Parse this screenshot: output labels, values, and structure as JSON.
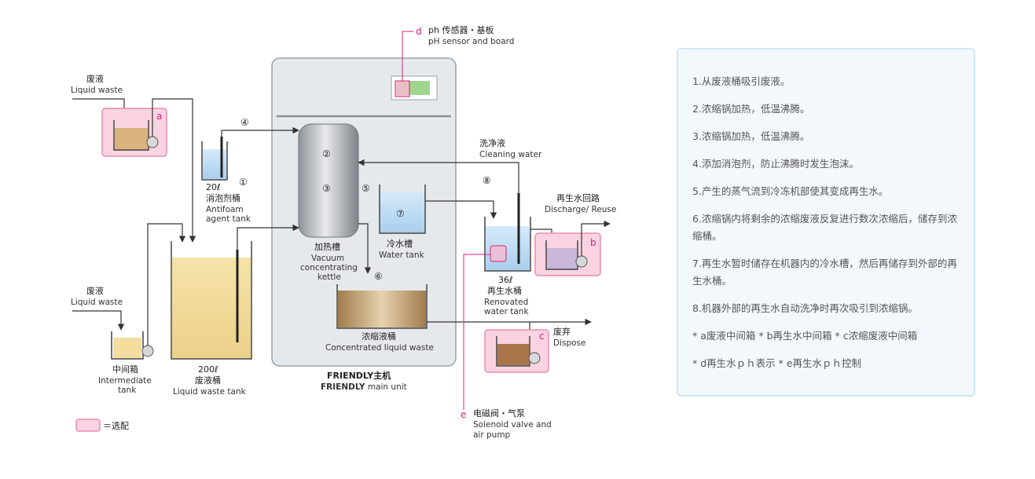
{
  "labels": {
    "ph_sensor_cn": "ph 传感器・基板",
    "ph_sensor_en": "pH sensor and board",
    "liquid_waste_top_cn": "废液",
    "liquid_waste_top_en": "Liquid waste",
    "antifoam_vol": "20ℓ",
    "antifoam_cn": "消泡剂桶",
    "antifoam_en1": "Antifoam",
    "antifoam_en2": "agent tank",
    "kettle_cn": "加热槽",
    "kettle_en1": "Vacuum",
    "kettle_en2": "concentrating",
    "kettle_en3": "kettle",
    "water_tank_cn": "冷水槽",
    "water_tank_en": "Water tank",
    "concentrated_cn": "浓缩液桶",
    "concentrated_en": "Concentrated liquid waste",
    "cleaning_cn": "洗净液",
    "cleaning_en": "Cleaning water",
    "discharge_cn": "再生水回路",
    "discharge_en": "Discharge/ Reuse",
    "renovated_vol": "36ℓ",
    "renovated_cn": "再生水桶",
    "renovated_en1": "Renovated",
    "renovated_en2": "water tank",
    "dispose_cn": "废弃",
    "dispose_en": "Dispose",
    "liquid_waste_mid_cn": "废液",
    "liquid_waste_mid_en": "Liquid waste",
    "intermediate_cn": "中间箱",
    "intermediate_en1": "Intermediate",
    "intermediate_en2": "tank",
    "waste_tank_vol": "200ℓ",
    "waste_tank_cn": "废液桶",
    "waste_tank_en": "Liquid waste tank",
    "main_unit_cn": "FRIENDLY主机",
    "main_unit_en_bold": "FRIENDLY",
    "main_unit_en": " main unit",
    "solenoid_cn": "电磁阀・气泵",
    "solenoid_en1": "Solenoid valve and",
    "solenoid_en2": "air pump",
    "legend_text": "＝选配"
  },
  "letters": {
    "a": "a",
    "b": "b",
    "c": "c",
    "d": "d",
    "e": "e"
  },
  "steps": [
    "①",
    "②",
    "③",
    "④",
    "⑤",
    "⑥",
    "⑦",
    "⑧"
  ],
  "description": [
    "1.从废液桶吸引废液。",
    "2.浓缩锅加热，低温沸腾。",
    "3.浓缩锅加热，低温沸腾。",
    "4.添加消泡剂，防止沸腾时发生泡沫。",
    "5.产生的蒸气流到冷冻机部使其变成再生水。",
    "6.浓缩锅内将剩余的浓缩废液反复进行数次浓缩后，储存到浓缩桶。",
    "7.再生水暂时储存在机器内的冷水槽，然后再储存到外部的再生水桶。",
    "8.机器外部的再生水自动洗净时再次吸引到浓缩锅。",
    "* a废液中间箱 * b再生水中间箱 * c浓缩废液中间箱",
    "* d再生水ｐｈ表示 * e再生水ｐｈ控制"
  ],
  "colors": {
    "pink_box_fill": "#f9d3e1",
    "pink_box_stroke": "#e88db2",
    "accent_pink": "#d6237a",
    "waste_liquid": "#f3dea0",
    "concentrate_liquid": "#b48c54",
    "water_liquid": "#bcdcf4",
    "unit_fill": "#e5e9ec",
    "panel_fill": "#f2f8fc",
    "panel_border": "#cfe6f2"
  }
}
